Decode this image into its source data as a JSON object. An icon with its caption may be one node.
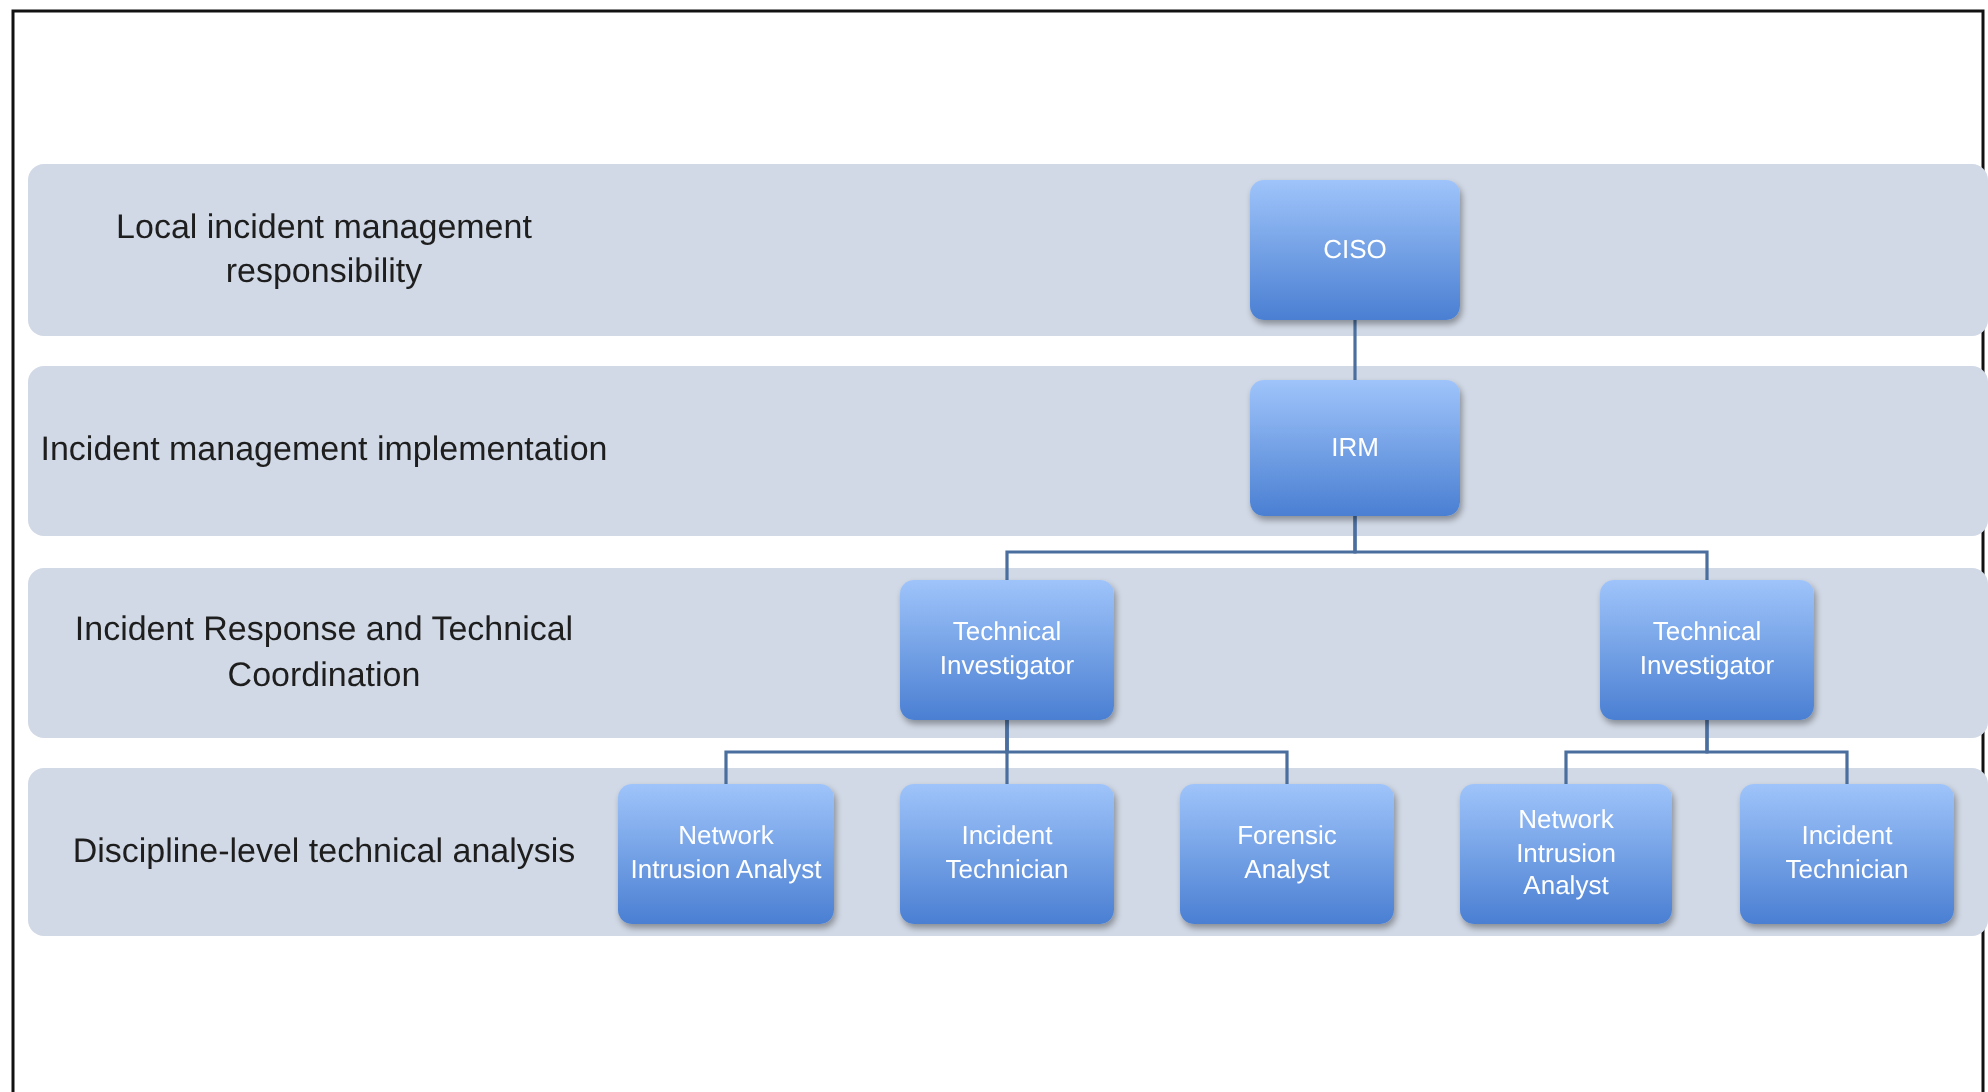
{
  "diagram": {
    "nodes": [
      {
        "text": [
          "Local incident management responsibility"
        ]
      },
      {
        "text": [
          "CISO"
        ],
        "in": 0
      },
      {
        "text": [
          "Incident management implementation"
        ]
      },
      {
        "text": [
          "IRM"
        ],
        "in": 2
      },
      {
        "text": [
          "Incident Response and Technical Coordination"
        ]
      },
      {
        "text": [
          "Technical Investigator"
        ],
        "in": 4
      },
      {
        "text": [
          "Technical Investigator"
        ],
        "in": 4
      },
      {
        "text": [
          "Discipline-level technical analysis"
        ]
      },
      {
        "text": [
          "Network Intrusion Analyst"
        ],
        "in": 7
      },
      {
        "text": [
          "Incident Technician"
        ],
        "in": 7
      },
      {
        "text": [
          "Forensic Analyst"
        ],
        "in": 7
      },
      {
        "text": [
          "Network Intrusion Analyst"
        ],
        "in": 7
      },
      {
        "text": [
          "Incident Technician"
        ],
        "in": 7
      }
    ],
    "edges": [
      {
        "from": 1,
        "to": 3,
        "arrow": "none"
      },
      {
        "from": 3,
        "to": 5,
        "arrow": "none"
      },
      {
        "from": 3,
        "to": 6,
        "arrow": "none"
      },
      {
        "from": 5,
        "to": 8,
        "arrow": "none"
      },
      {
        "from": 5,
        "to": 9,
        "arrow": "none"
      },
      {
        "from": 5,
        "to": 10,
        "arrow": "none"
      },
      {
        "from": 6,
        "to": 11,
        "arrow": "none"
      },
      {
        "from": 6,
        "to": 12,
        "arrow": "none"
      }
    ]
  }
}
